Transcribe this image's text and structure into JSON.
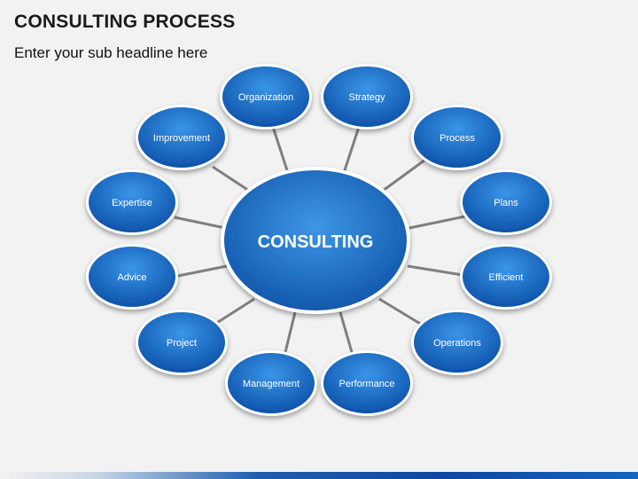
{
  "header": {
    "title": "CONSULTING PROCESS",
    "subtitle": "Enter your sub headline here"
  },
  "diagram": {
    "center_label": "CONSULTING",
    "nodes": [
      "Organization",
      "Strategy",
      "Process",
      "Plans",
      "Efficient",
      "Operations",
      "Performance",
      "Management",
      "Project",
      "Advice",
      "Expertise",
      "Improvement"
    ]
  },
  "colors": {
    "node_fill_light": "#2f8be0",
    "node_fill_dark": "#0b4fa6",
    "connector": "#7f7f7f",
    "background": "#f2f2f2"
  }
}
